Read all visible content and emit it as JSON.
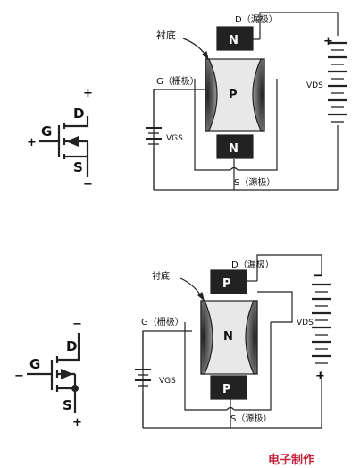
{
  "top": {
    "substrate": "衬底",
    "drain": "D（漏极）",
    "gate": "G（栅极）",
    "source": "S（源极）",
    "drain_region": "N",
    "source_region": "N",
    "channel": "P",
    "vgs": "VGS",
    "vds": "VDS",
    "symbol": {
      "d": "D",
      "g": "G",
      "s": "S",
      "plus_top": "+",
      "minus_bottom": "−",
      "gate_sign": "+"
    }
  },
  "bottom": {
    "substrate": "衬底",
    "drain": "D（漏极）",
    "gate": "G（栅极）",
    "source": "S（源极）",
    "drain_region": "P",
    "source_region": "P",
    "channel": "N",
    "vgs": "VGS",
    "vds": "VDS",
    "symbol": {
      "d": "D",
      "g": "G",
      "s": "S",
      "minus_top": "−",
      "plus_bottom": "+",
      "gate_sign": "−"
    }
  },
  "watermark": "电子制作"
}
